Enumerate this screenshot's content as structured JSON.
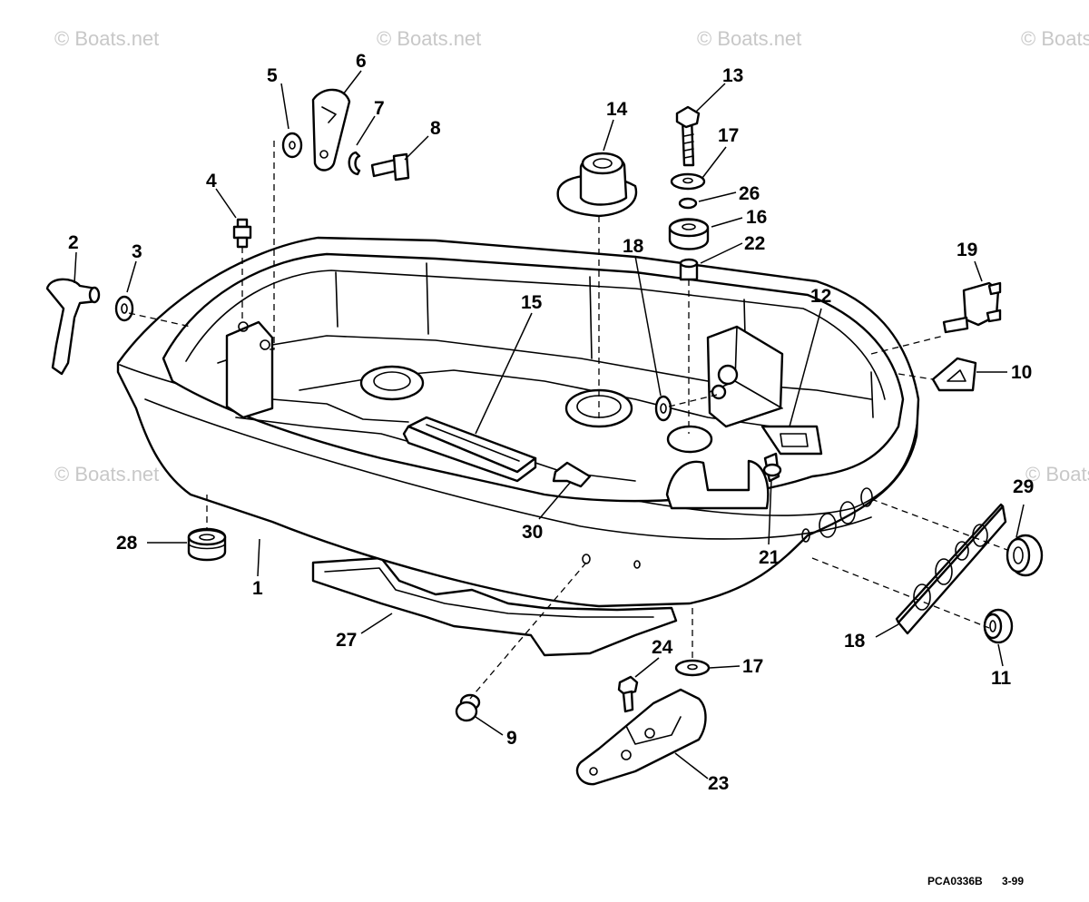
{
  "watermark": "© Boats.net",
  "drawing_code": "PCA0336B",
  "drawing_date": "3-99",
  "callouts": {
    "c1": "1",
    "c2": "2",
    "c3": "3",
    "c4": "4",
    "c5": "5",
    "c6": "6",
    "c7": "7",
    "c8": "8",
    "c9": "9",
    "c10": "10",
    "c11": "11",
    "c12": "12",
    "c13": "13",
    "c14": "14",
    "c15": "15",
    "c16": "16",
    "c17a": "17",
    "c17b": "17",
    "c18a": "18",
    "c18b": "18",
    "c19": "19",
    "c21": "21",
    "c22": "22",
    "c23": "23",
    "c24": "24",
    "c26": "26",
    "c27": "27",
    "c28": "28",
    "c29": "29",
    "c30": "30"
  }
}
